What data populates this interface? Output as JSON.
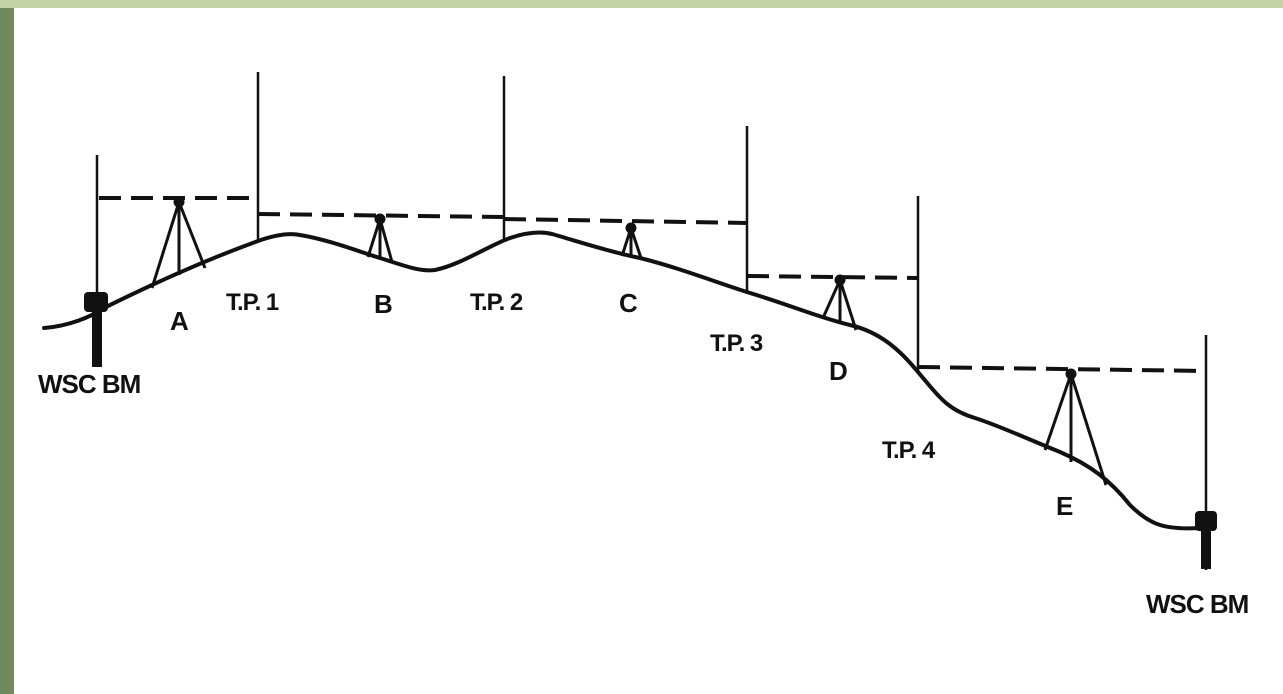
{
  "diagram": {
    "colors": {
      "ink": "#111111",
      "frame_left": "#6f8a5e",
      "frame_top": "#c5d3a9",
      "background": "#ffffff"
    },
    "labels": {
      "bm_start": "WSC BM",
      "bm_end": "WSC BM",
      "station_a": "A",
      "station_b": "B",
      "station_c": "C",
      "station_d": "D",
      "station_e": "E",
      "tp1": "T.P. 1",
      "tp2": "T.P. 2",
      "tp3": "T.P. 3",
      "tp4": "T.P. 4"
    }
  }
}
